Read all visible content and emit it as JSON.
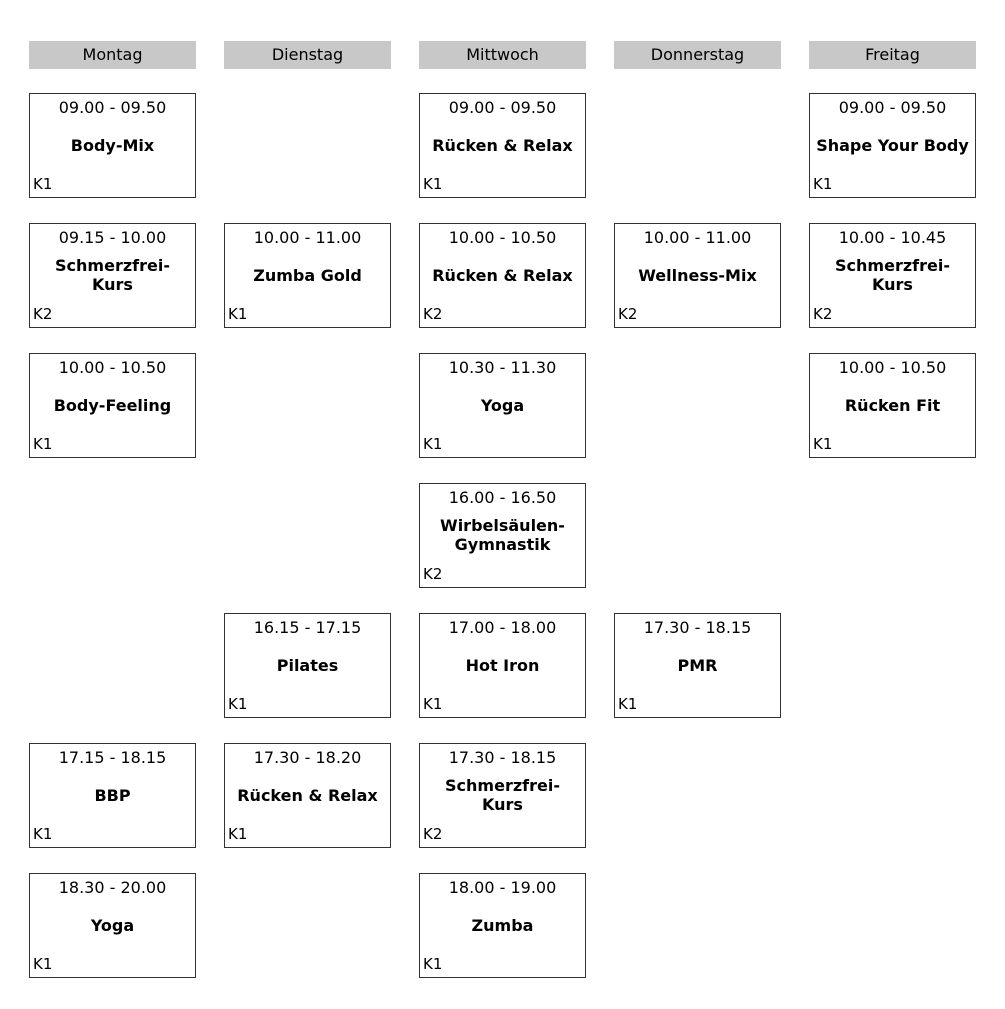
{
  "days": [
    "Montag",
    "Dienstag",
    "Mittwoch",
    "Donnerstag",
    "Freitag"
  ],
  "courses": [
    {
      "day": 0,
      "row": 0,
      "time": "09.00 - 09.50",
      "title": "Body-Mix",
      "room": "K1"
    },
    {
      "day": 0,
      "row": 1,
      "time": "09.15 - 10.00",
      "title": "Schmerzfrei-\nKurs",
      "room": "K2"
    },
    {
      "day": 0,
      "row": 2,
      "time": "10.00 - 10.50",
      "title": "Body-Feeling",
      "room": "K1"
    },
    {
      "day": 0,
      "row": 5,
      "time": "17.15 - 18.15",
      "title": "BBP",
      "room": "K1"
    },
    {
      "day": 0,
      "row": 6,
      "time": "18.30 - 20.00",
      "title": "Yoga",
      "room": "K1"
    },
    {
      "day": 1,
      "row": 1,
      "time": "10.00 - 11.00",
      "title": "Zumba Gold",
      "room": "K1"
    },
    {
      "day": 1,
      "row": 4,
      "time": "16.15 - 17.15",
      "title": "Pilates",
      "room": "K1"
    },
    {
      "day": 1,
      "row": 5,
      "time": "17.30 - 18.20",
      "title": "Rücken & Relax",
      "room": "K1"
    },
    {
      "day": 2,
      "row": 0,
      "time": "09.00 - 09.50",
      "title": "Rücken & Relax",
      "room": "K1"
    },
    {
      "day": 2,
      "row": 1,
      "time": "10.00 - 10.50",
      "title": "Rücken & Relax",
      "room": "K2"
    },
    {
      "day": 2,
      "row": 2,
      "time": "10.30 - 11.30",
      "title": "Yoga",
      "room": "K1"
    },
    {
      "day": 2,
      "row": 3,
      "time": "16.00 - 16.50",
      "title": "Wirbelsäulen-\nGymnastik",
      "room": "K2"
    },
    {
      "day": 2,
      "row": 4,
      "time": "17.00 - 18.00",
      "title": "Hot Iron",
      "room": "K1"
    },
    {
      "day": 2,
      "row": 5,
      "time": "17.30 - 18.15",
      "title": "Schmerzfrei-\nKurs",
      "room": "K2"
    },
    {
      "day": 2,
      "row": 6,
      "time": "18.00 - 19.00",
      "title": "Zumba",
      "room": "K1"
    },
    {
      "day": 3,
      "row": 1,
      "time": "10.00 - 11.00",
      "title": "Wellness-Mix",
      "room": "K2"
    },
    {
      "day": 3,
      "row": 4,
      "time": "17.30 - 18.15",
      "title": "PMR",
      "room": "K1"
    },
    {
      "day": 4,
      "row": 0,
      "time": "09.00 - 09.50",
      "title": "Shape Your Body",
      "room": "K1"
    },
    {
      "day": 4,
      "row": 1,
      "time": "10.00 - 10.45",
      "title": "Schmerzfrei-\nKurs",
      "room": "K2"
    },
    {
      "day": 4,
      "row": 2,
      "time": "10.00 - 10.50",
      "title": "Rücken Fit",
      "room": "K1"
    }
  ]
}
